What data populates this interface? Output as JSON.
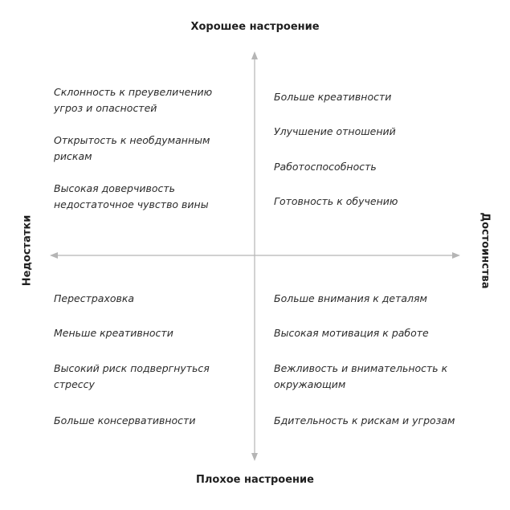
{
  "axes": {
    "top": "Хорошее настроение",
    "bottom": "Плохое настроение",
    "left": "Недостатки",
    "right": "Достоинства"
  },
  "quadrants": {
    "top_left": [
      "Склонность к преувеличению угроз и опасностей",
      "Открытость к необдуманным рискам",
      "Высокая доверчивость недостаточное чувство вины"
    ],
    "top_right": [
      "Больше креативности",
      "Улучшение отношений",
      "Работоспособность",
      "Готовность к обучению"
    ],
    "bottom_left": [
      "Перестраховка",
      "Меньше креативности",
      "Высокий риск подвергнуться стрессу",
      "Больше консервативности"
    ],
    "bottom_right": [
      "Больше внимания к деталям",
      "Высокая мотивация к работе",
      "Вежливость и внимательность к окружающим",
      "Бдительность к рискам и угрозам"
    ]
  },
  "colors": {
    "axis_line": "#b5b5b5",
    "text": "#2b2b2b"
  }
}
